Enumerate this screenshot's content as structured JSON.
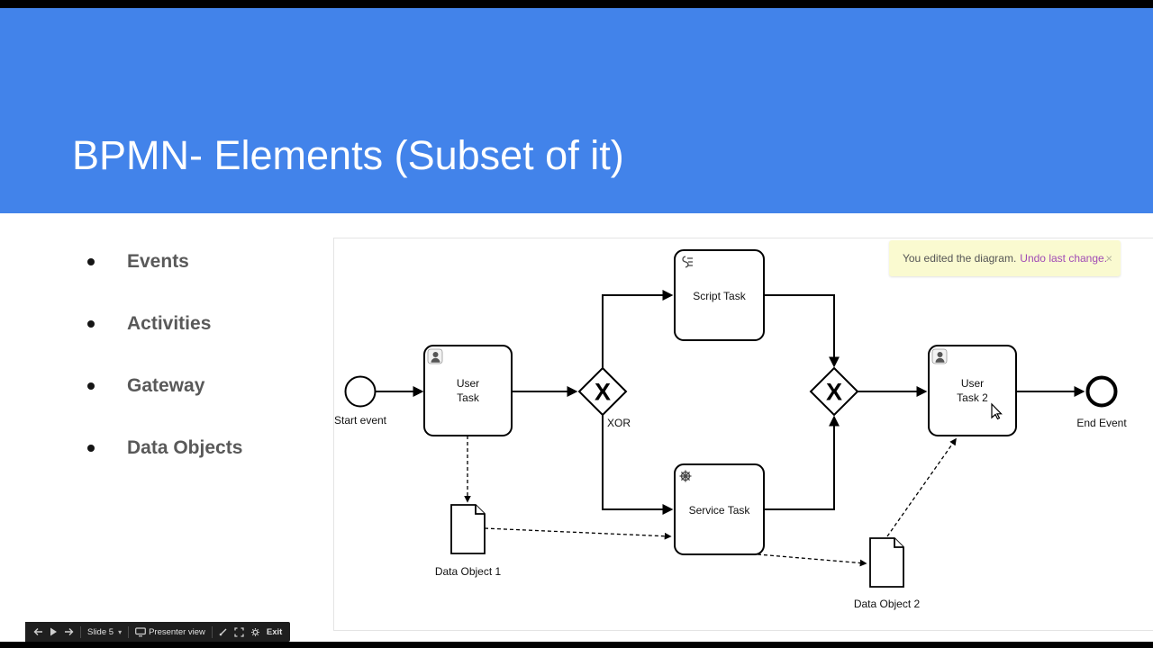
{
  "colors": {
    "header_blue": "#4283ea",
    "notification_bg": "#fafad0",
    "notification_link": "#a04bb5",
    "bullet_text": "#595959",
    "control_bar_bg": "#1f1f1f"
  },
  "slide": {
    "title": "BPMN- Elements (Subset of it)",
    "bullets": [
      "Events",
      "Activities",
      "Gateway",
      "Data Objects"
    ]
  },
  "notification": {
    "message": "You edited the diagram.",
    "action": "Undo last change.",
    "close": "×"
  },
  "diagram": {
    "start_event": "Start event",
    "end_event": "End Event",
    "gateway_symbol": "X",
    "gateway_label": "XOR",
    "tasks": {
      "user1": {
        "line1": "User",
        "line2": "Task"
      },
      "script": {
        "label": "Script Task"
      },
      "service": {
        "label": "Service Task"
      },
      "user2": {
        "line1": "User",
        "line2": "Task 2"
      }
    },
    "data_objects": {
      "d1": "Data Object 1",
      "d2": "Data Object 2"
    }
  },
  "controls": {
    "slide_label": "Slide 5",
    "dropdown_caret": "▾",
    "presenter_view": "Presenter view",
    "exit": "Exit",
    "icons": {
      "previous": "previous-slide-icon",
      "play": "play-icon",
      "next": "next-slide-icon",
      "presenter": "presenter-screen-icon",
      "pointer": "laser-pointer-icon",
      "fullscreen": "fullscreen-icon",
      "settings": "settings-gear-icon"
    }
  }
}
